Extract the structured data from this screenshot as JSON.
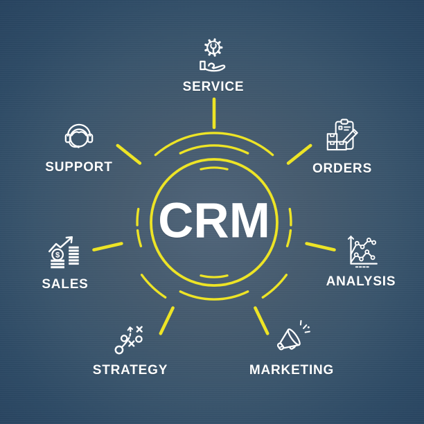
{
  "hub": {
    "label": "CRM"
  },
  "colors": {
    "accent_yellow": "#EDE426",
    "text_white": "#FFFFFF",
    "background_center": "#50657A",
    "background_edge": "#284460"
  },
  "items": [
    {
      "id": "service",
      "label": "SERVICE",
      "icon": "gear-wrench-hand-icon"
    },
    {
      "id": "orders",
      "label": "ORDERS",
      "icon": "clipboard-boxes-pencil-icon"
    },
    {
      "id": "analysis",
      "label": "ANALYSIS",
      "icon": "line-chart-icon"
    },
    {
      "id": "marketing",
      "label": "MARKETING",
      "icon": "megaphone-icon"
    },
    {
      "id": "strategy",
      "label": "STRATEGY",
      "icon": "tactics-plan-icon"
    },
    {
      "id": "sales",
      "label": "SALES",
      "icon": "coins-growth-icon"
    },
    {
      "id": "support",
      "label": "SUPPORT",
      "icon": "headset-agent-icon"
    }
  ]
}
